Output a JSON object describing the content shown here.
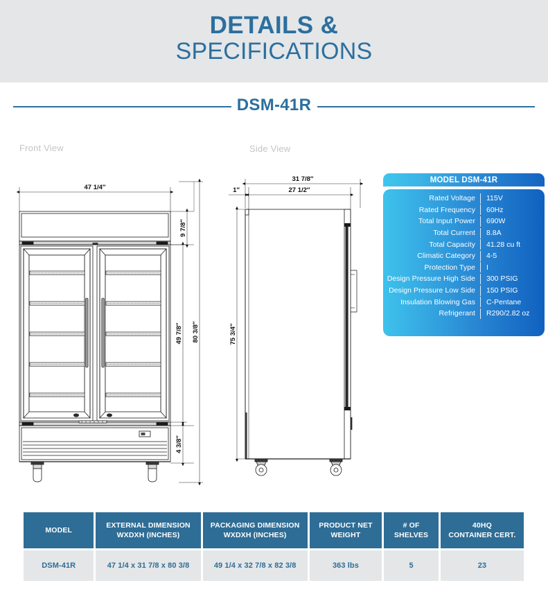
{
  "header": {
    "title_line1": "DETAILS &",
    "title_line2": "SPECIFICATIONS",
    "band_color": "#e4e6e8",
    "title_color": "#2b6f9e"
  },
  "model_title": {
    "name": "DSM-41R",
    "rule_color": "#2b6f9e"
  },
  "views": {
    "front_label": "Front View",
    "side_label": "Side View",
    "label_color": "#c3c5c7"
  },
  "front_view_dimensions": {
    "width": "47 1/4″",
    "canopy_height": "9 7/8″",
    "door_height": "49 7/8″",
    "base_height": "4 3/8″",
    "overall_height": "80 3/8″"
  },
  "side_view_dimensions": {
    "overall_depth": "31 7/8″",
    "cabinet_depth": "27 1/2″",
    "rear_offset": "1″",
    "cabinet_height": "75 3/4″"
  },
  "spec_card": {
    "title": "MODEL DSM-41R",
    "gradient_start": "#3fc6ed",
    "gradient_end": "#1061bf",
    "rows": [
      {
        "label": "Rated  Voltage",
        "value": "115V"
      },
      {
        "label": "Rated  Frequency",
        "value": "60Hz"
      },
      {
        "label": "Total Input Power",
        "value": "690W"
      },
      {
        "label": "Total Current",
        "value": "8.8A"
      },
      {
        "label": "Total Capacity",
        "value": "41.28 cu ft"
      },
      {
        "label": "Climatic Category",
        "value": "4-5"
      },
      {
        "label": "Protection Type",
        "value": "I"
      },
      {
        "label": "Design Pressure High Side",
        "value": "300 PSIG"
      },
      {
        "label": "Design Pressure Low Side",
        "value": "150 PSIG"
      },
      {
        "label": "Insulation Blowing Gas",
        "value": "C-Pentane"
      },
      {
        "label": "Refrigerant",
        "value": "R290/2.82 oz"
      }
    ]
  },
  "bottom_table": {
    "header_color": "#2e6d96",
    "row_color": "#e4e6e8",
    "columns": [
      {
        "line1": "MODEL",
        "line2": ""
      },
      {
        "line1": "EXTERNAL DIMENSION",
        "line2": "WXDXH (INCHES)"
      },
      {
        "line1": "PACKAGING DIMENSION",
        "line2": "WXDXH (INCHES)"
      },
      {
        "line1": "PRODUCT NET",
        "line2": "WEIGHT"
      },
      {
        "line1": "# OF",
        "line2": "SHELVES"
      },
      {
        "line1": "40HQ",
        "line2": "CONTAINER CERT."
      }
    ],
    "rows": [
      {
        "model": "DSM-41R",
        "external_dimension": "47 1/4 x 31 7/8 x 80 3/8",
        "packaging_dimension": "49 1/4 x 32 7/8 x 82 3/8",
        "product_net_weight": "363 lbs",
        "num_shelves": "5",
        "container_cert": "23"
      }
    ]
  }
}
